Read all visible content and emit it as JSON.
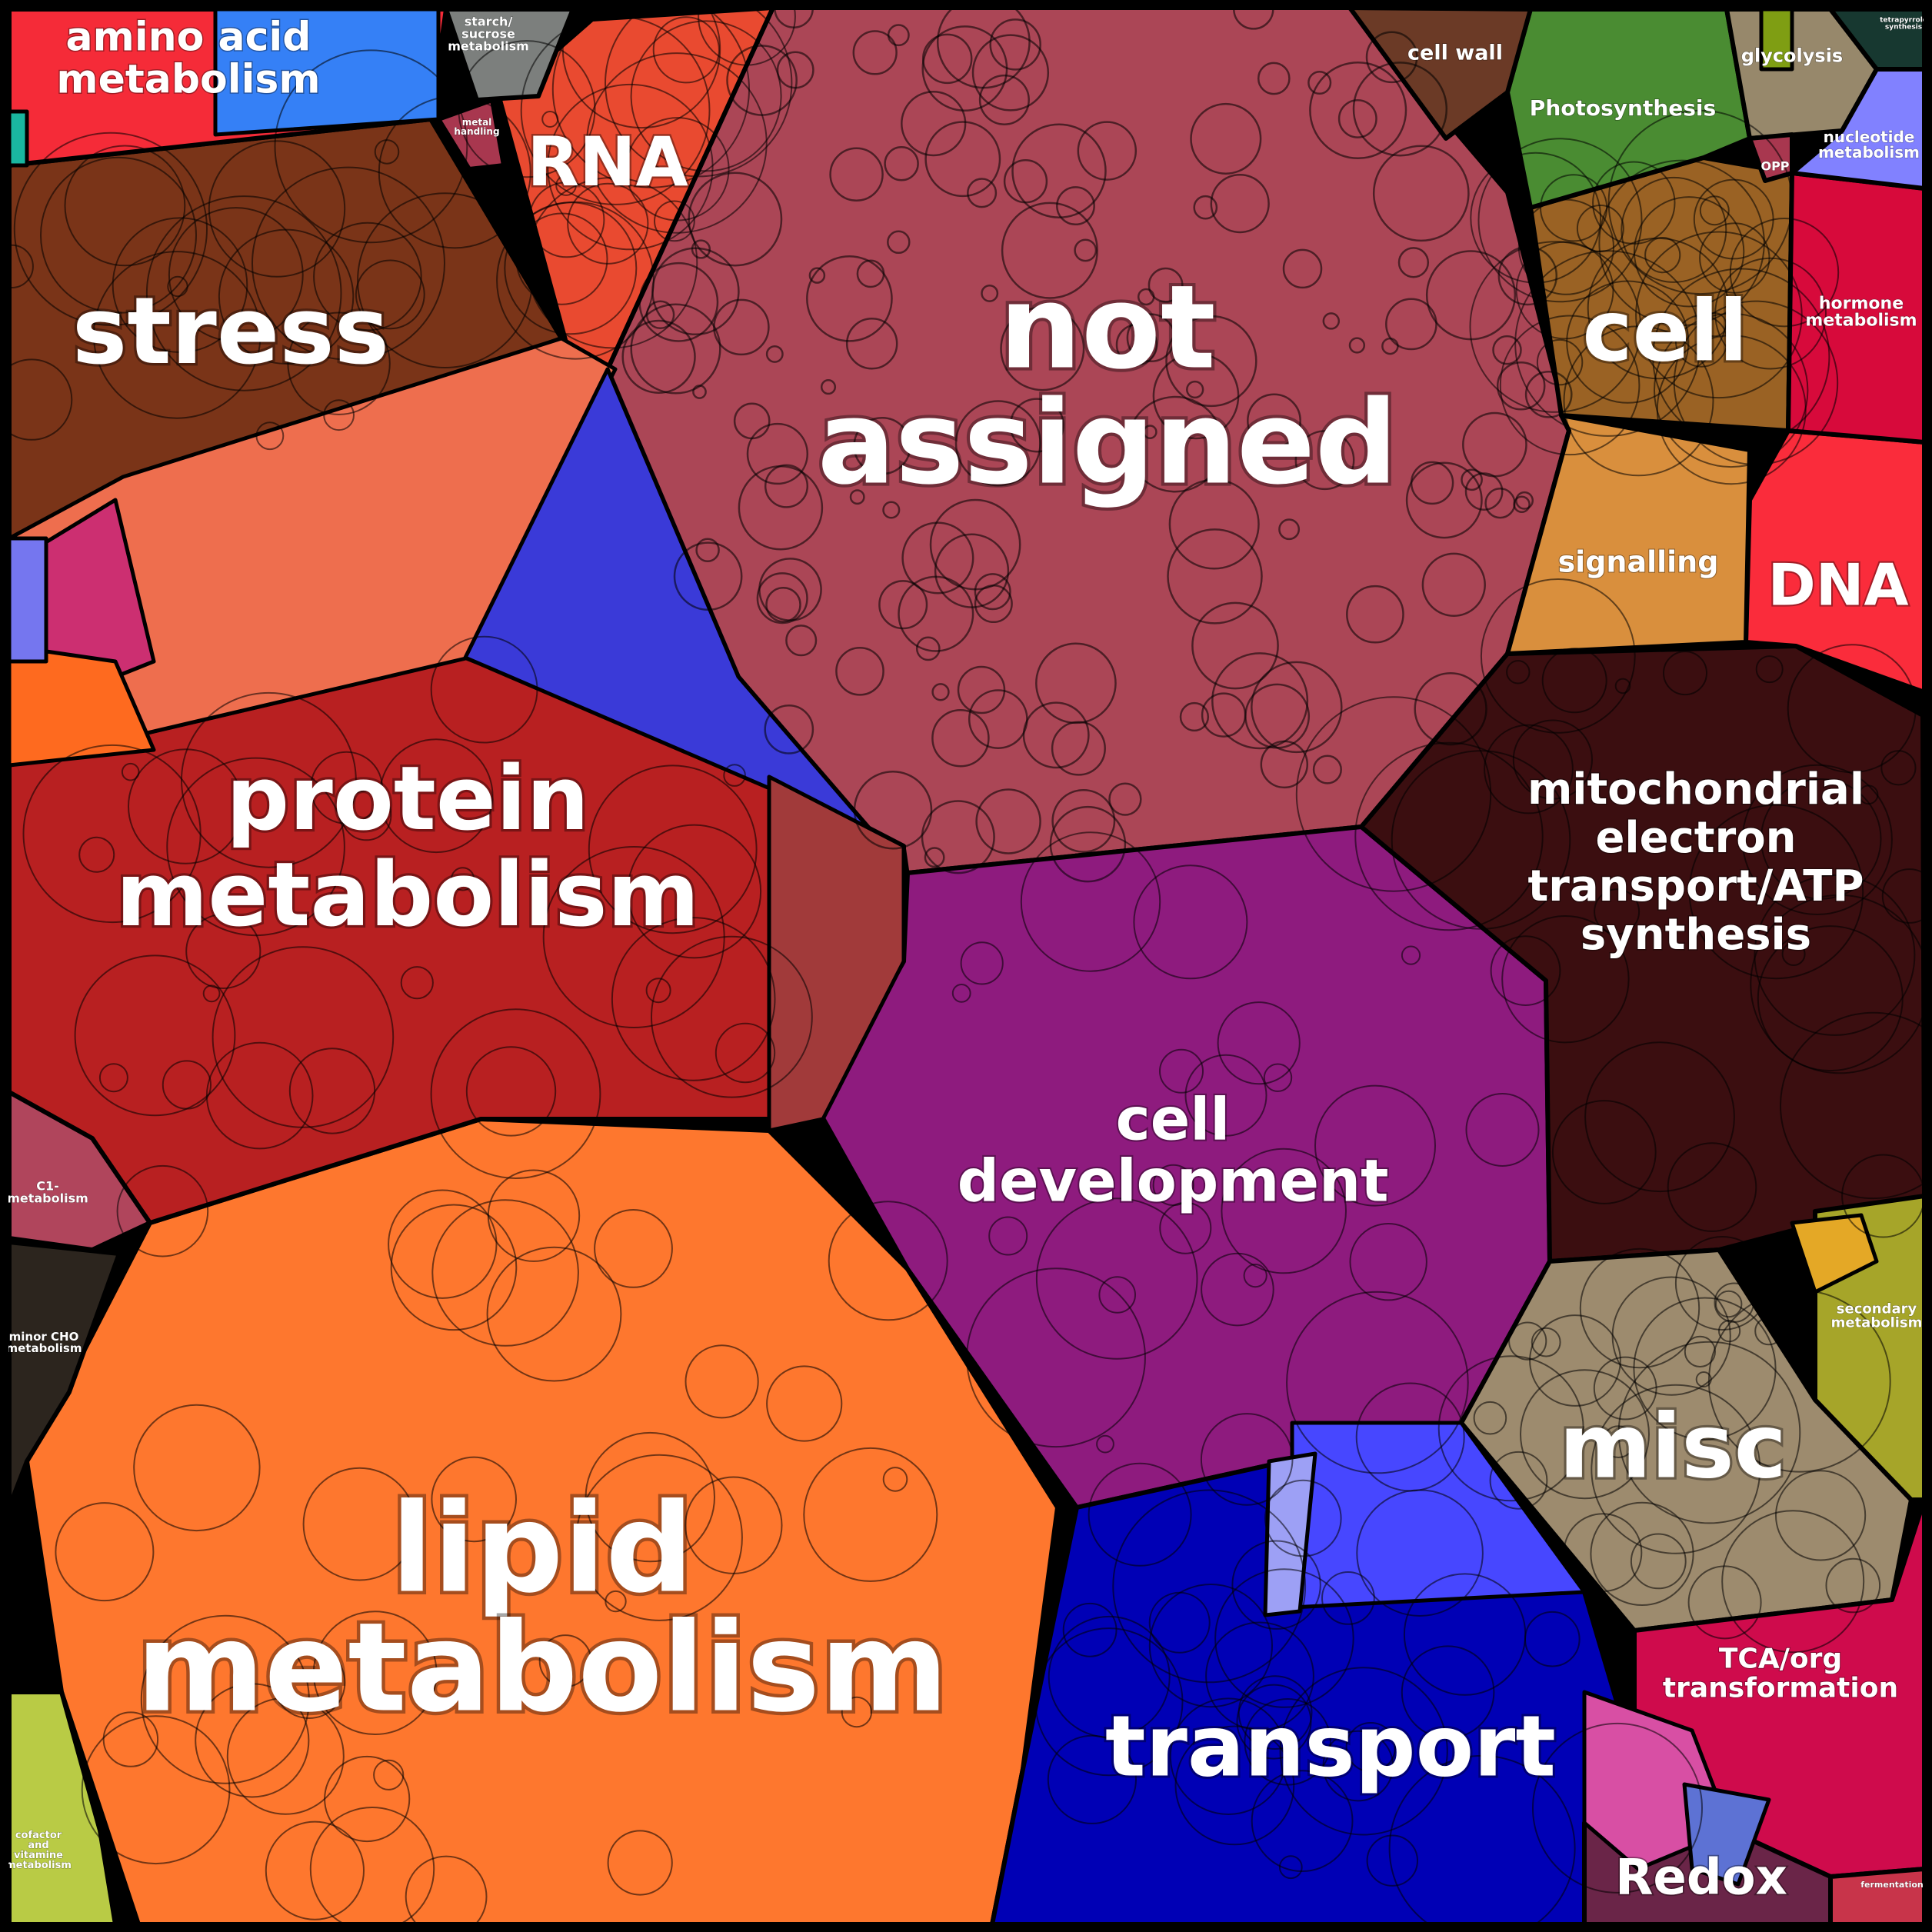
{
  "chart_data": {
    "type": "voronoi-treemap",
    "categories": [
      {
        "name": "not assigned",
        "label": [
          "not",
          "assigned"
        ],
        "color": "#ab4656"
      },
      {
        "name": "lipid metabolism",
        "label": [
          "lipid",
          "metabolism"
        ],
        "color": "#fe772e"
      },
      {
        "name": "protein metabolism",
        "label": [
          "protein",
          "metabolism"
        ],
        "color": "#b82021"
      },
      {
        "name": "cell development",
        "label": [
          "cell",
          "development"
        ],
        "color": "#8e1b7e"
      },
      {
        "name": "mitochondrial electron transport/ATP synthesis",
        "label": [
          "mitochondrial",
          "electron",
          "transport/ATP",
          "synthesis"
        ],
        "color": "#3b0e10"
      },
      {
        "name": "transport",
        "label": [
          "transport"
        ],
        "color": "#0000b5"
      },
      {
        "name": "stress",
        "label": [
          "stress"
        ],
        "color": "#7a3418"
      },
      {
        "name": "misc",
        "label": [
          "misc"
        ],
        "color": "#9d8b6e"
      },
      {
        "name": "cell",
        "label": [
          "cell"
        ],
        "color": "#9a6224"
      },
      {
        "name": "RNA",
        "label": [
          "RNA"
        ],
        "color": "#e94a30"
      },
      {
        "name": "DNA",
        "label": [
          "DNA"
        ],
        "color": "#fa2c3b"
      },
      {
        "name": "signalling",
        "label": [
          "signalling"
        ],
        "color": "#d98f3d"
      },
      {
        "name": "TCA/org transformation",
        "label": [
          "TCA/org",
          "transformation"
        ],
        "color": "#cf0b4c"
      },
      {
        "name": "Redox",
        "label": [
          "Redox"
        ],
        "color": "#6a2548"
      },
      {
        "name": "amino acid metabolism",
        "label": [
          "amino acid",
          "metabolism"
        ],
        "color": "#f52b38"
      },
      {
        "name": "Photosynthesis",
        "label": [
          "Photosynthesis"
        ],
        "color": "#4a8c32"
      },
      {
        "name": "hormone metabolism",
        "label": [
          "hormone",
          "metabolism"
        ],
        "color": "#d70a3b"
      },
      {
        "name": "secondary metabolism",
        "label": [
          "secondary",
          "metabolism"
        ],
        "color": "#a6a529"
      },
      {
        "name": "glycolysis",
        "label": [
          "glycolysis"
        ],
        "color": "#97886b"
      },
      {
        "name": "nucleotide metabolism",
        "label": [
          "nucleotide",
          "metabolism"
        ],
        "color": "#8181ff"
      },
      {
        "name": "cell wall",
        "label": [
          "cell wall"
        ],
        "color": "#6b3a26"
      },
      {
        "name": "starch/sucrose metabolism",
        "label": [
          "starch/",
          "sucrose",
          "metabolism"
        ],
        "color": "#7c7f7d"
      },
      {
        "name": "metal handling",
        "label": [
          "metal",
          "handling"
        ],
        "color": "#a8374f"
      },
      {
        "name": "OPP",
        "label": [
          "OPP"
        ],
        "color": "#a8374f"
      },
      {
        "name": "C1-metabolism",
        "label": [
          "C1-",
          "metabolism"
        ],
        "color": "#b0455c"
      },
      {
        "name": "minor CHO metabolism",
        "label": [
          "minor CHO",
          "metabolism"
        ],
        "color": "#2c251e"
      },
      {
        "name": "cofactor and vitamine metabolism",
        "label": [
          "cofactor",
          "and",
          "vitamine",
          "metabolism"
        ],
        "color": "#b9cb45"
      },
      {
        "name": "fermentation",
        "label": [
          "fermentation"
        ],
        "color": "#c8344a"
      },
      {
        "name": "tetrapyrrole synthesis",
        "label": [
          "tetrapyrrole",
          "synthesis"
        ],
        "color": "#173830"
      }
    ],
    "unlabeled_colors": [
      "#ee6e4e",
      "#3a3ad8",
      "#cc2f71",
      "#3580f6",
      "#1ab6a0",
      "#a13a3a",
      "#4747ff",
      "#9da0f5",
      "#d84fa4",
      "#5d72d4",
      "#7f9e13",
      "#e4a826",
      "#fe6a1f",
      "#7576ef"
    ],
    "title": "",
    "legend": "none"
  }
}
